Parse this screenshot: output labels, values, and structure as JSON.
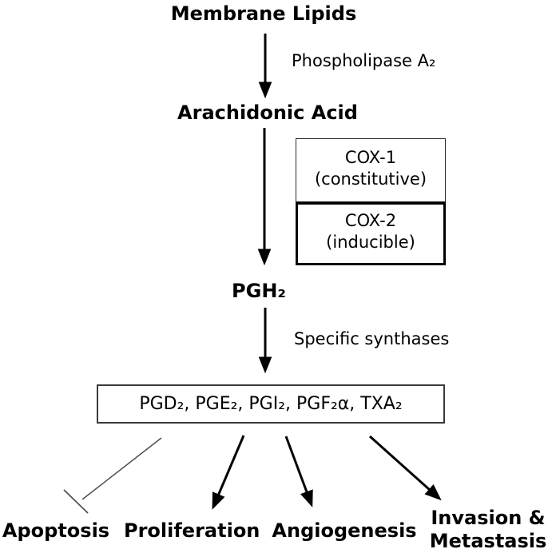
{
  "colors": {
    "background": "#ffffff",
    "text": "#000000",
    "arrow": "#000000",
    "inhibition_line": "#4d4d4d",
    "box_border_thin": "#2b2b2b",
    "box_border_thick": "#000000"
  },
  "pathway": {
    "membrane_lipids": "Membrane Lipids",
    "phospholipase_label": "Phospholipase A₂",
    "arachidonic_acid": "Arachidonic Acid",
    "cox1_name": "COX-1",
    "cox1_type": "(constitutive)",
    "cox2_name": "COX-2",
    "cox2_type": "(inducible)",
    "pgh2": "PGH₂",
    "synthases_label": "Specific synthases",
    "prostanoids": "PGD₂, PGE₂, PGI₂, PGF₂α, TXA₂",
    "outcome_apoptosis": "Apoptosis",
    "outcome_proliferation": "Proliferation",
    "outcome_angiogenesis": "Angiogenesis",
    "outcome_invasion_metastasis": "Invasion &\nMetastasis"
  }
}
